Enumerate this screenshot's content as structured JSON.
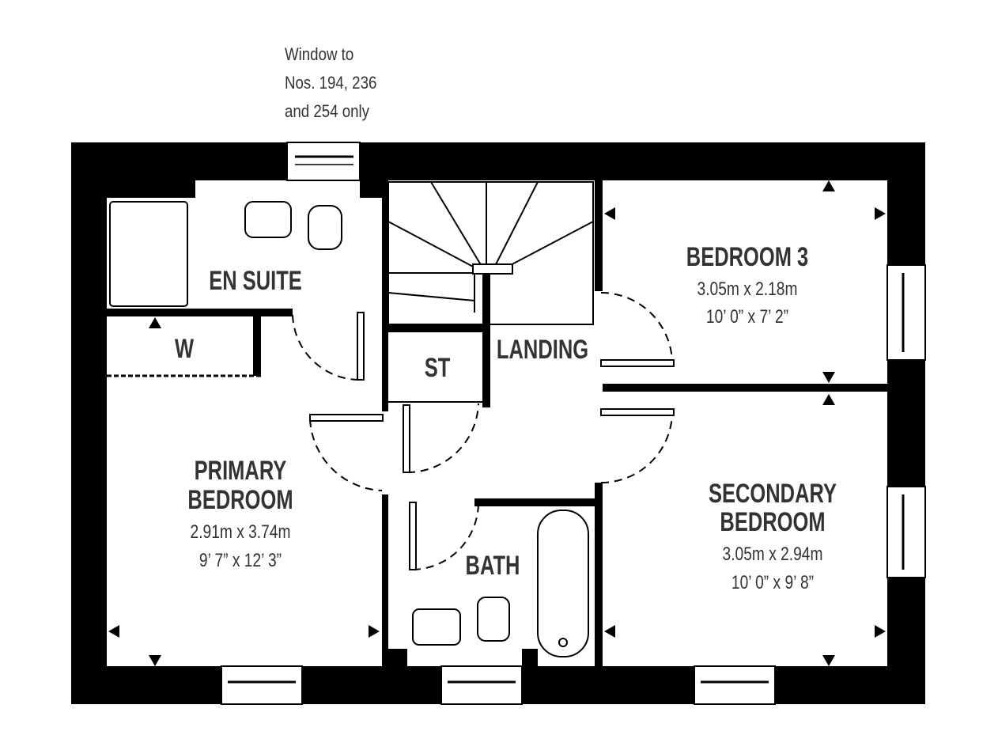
{
  "note": {
    "lines": [
      "Window to",
      "Nos. 194, 236",
      "and 254 only"
    ]
  },
  "rooms": {
    "en_suite": {
      "name": "EN SUITE"
    },
    "wardrobe": {
      "name": "W"
    },
    "store": {
      "name": "ST"
    },
    "landing": {
      "name": "LANDING"
    },
    "bedroom3": {
      "name": "BEDROOM 3",
      "metric": "3.05m x 2.18m",
      "imperial": "10’ 0” x 7’ 2”"
    },
    "primary": {
      "name1": "PRIMARY",
      "name2": "BEDROOM",
      "metric": "2.91m x 3.74m",
      "imperial": "9’ 7” x 12’ 3”"
    },
    "bath": {
      "name": "BATH"
    },
    "secondary": {
      "name1": "SECONDARY",
      "name2": "BEDROOM",
      "metric": "3.05m x 2.94m",
      "imperial": "10’ 0” x 9’ 8”"
    }
  }
}
